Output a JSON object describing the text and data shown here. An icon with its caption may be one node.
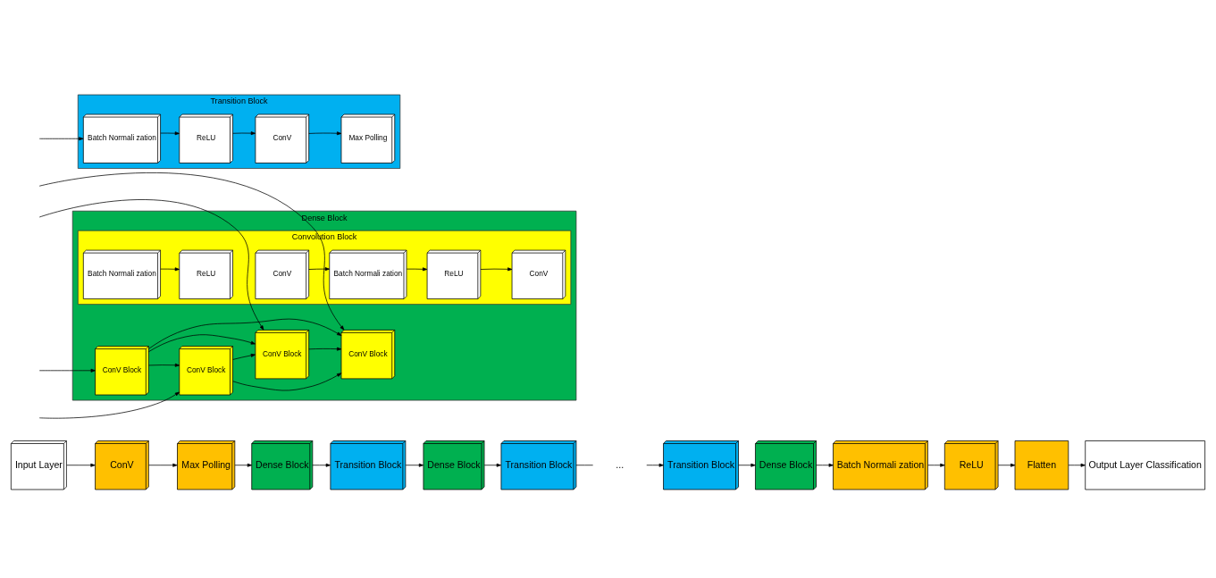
{
  "diagram": {
    "nodes": [
      {
        "text": [
          "Input Layer"
        ]
      },
      {
        "text": [
          "ConV"
        ]
      },
      {
        "text": [
          "Max Polling"
        ]
      },
      {
        "text": [
          "Dense Block"
        ]
      },
      {
        "text": [
          "Transition Block"
        ]
      },
      {
        "text": [
          "Dense Block"
        ]
      },
      {
        "text": [
          "Transition Block"
        ]
      },
      {
        "text": [
          "..."
        ]
      },
      {
        "text": [
          "Transition Block"
        ]
      },
      {
        "text": [
          "Dense Block"
        ]
      },
      {
        "text": [
          "Batch Normali zation"
        ]
      },
      {
        "text": [
          "ReLU"
        ]
      },
      {
        "text": [
          "Flatten"
        ]
      },
      {
        "text": [
          "Output Layer Classification"
        ]
      },
      {
        "text": [
          "Dense Block"
        ]
      },
      {
        "text": [
          "ConV Block"
        ],
        "in": 14
      },
      {
        "text": [
          "ConV Block"
        ],
        "in": 14
      },
      {
        "text": [
          "ConV Block"
        ],
        "in": 14
      },
      {
        "text": [
          "ConV Block"
        ],
        "in": 14
      },
      {
        "text": [
          "Convolution Block"
        ],
        "in": 14
      },
      {
        "text": [
          "Batch Normali zation"
        ],
        "in": 19
      },
      {
        "text": [
          "ReLU"
        ],
        "in": 19
      },
      {
        "text": [
          "ConV"
        ],
        "in": 19
      },
      {
        "text": [
          "Batch Normali zation"
        ],
        "in": 19
      },
      {
        "text": [
          "ReLU"
        ],
        "in": 19
      },
      {
        "text": [
          "ConV"
        ],
        "in": 19
      },
      {
        "text": [
          "Transition Block"
        ]
      },
      {
        "text": [
          "Batch Normali zation"
        ],
        "in": 26
      },
      {
        "text": [
          "ReLU"
        ],
        "in": 26
      },
      {
        "text": [
          "ConV"
        ],
        "in": 26
      },
      {
        "text": [
          "Max Polling"
        ],
        "in": 26
      }
    ],
    "edges": [
      {
        "from": 0,
        "to": 1,
        "arrow": "to"
      },
      {
        "from": 1,
        "to": 2,
        "arrow": "to"
      },
      {
        "from": 2,
        "to": 3,
        "arrow": "to"
      },
      {
        "from": 3,
        "to": 4,
        "arrow": "to"
      },
      {
        "from": 4,
        "to": 5,
        "arrow": "to"
      },
      {
        "from": 5,
        "to": 6,
        "arrow": "to"
      },
      {
        "from": 6,
        "to": 7,
        "arrow": "none"
      },
      {
        "from": 7,
        "to": 8,
        "arrow": "to"
      },
      {
        "from": 8,
        "to": 9,
        "arrow": "to"
      },
      {
        "from": 9,
        "to": 10,
        "arrow": "to"
      },
      {
        "from": 10,
        "to": 11,
        "arrow": "to"
      },
      {
        "from": 11,
        "to": 12,
        "arrow": "to"
      },
      {
        "from": 12,
        "to": 13,
        "arrow": "to"
      },
      {
        "from": null,
        "to": 15,
        "arrow": "to"
      },
      {
        "from": 15,
        "to": 16,
        "arrow": "to"
      },
      {
        "from": 16,
        "to": 17,
        "arrow": "to"
      },
      {
        "from": 17,
        "to": 18,
        "arrow": "to"
      },
      {
        "from": 15,
        "to": 17,
        "arrow": "to"
      },
      {
        "from": 15,
        "to": 18,
        "arrow": "to"
      },
      {
        "from": 16,
        "to": 18,
        "arrow": "to"
      },
      {
        "from": null,
        "to": 16,
        "arrow": "to"
      },
      {
        "from": null,
        "to": 17,
        "arrow": "to"
      },
      {
        "from": null,
        "to": 18,
        "arrow": "to"
      },
      {
        "from": 20,
        "to": 21,
        "arrow": "to"
      },
      {
        "from": 22,
        "to": 23,
        "arrow": "to"
      },
      {
        "from": 23,
        "to": 24,
        "arrow": "to"
      },
      {
        "from": 24,
        "to": 25,
        "arrow": "to"
      },
      {
        "from": null,
        "to": 27,
        "arrow": "to"
      },
      {
        "from": 27,
        "to": 28,
        "arrow": "to"
      },
      {
        "from": 28,
        "to": 29,
        "arrow": "to"
      },
      {
        "from": 29,
        "to": 30,
        "arrow": "to"
      }
    ]
  }
}
